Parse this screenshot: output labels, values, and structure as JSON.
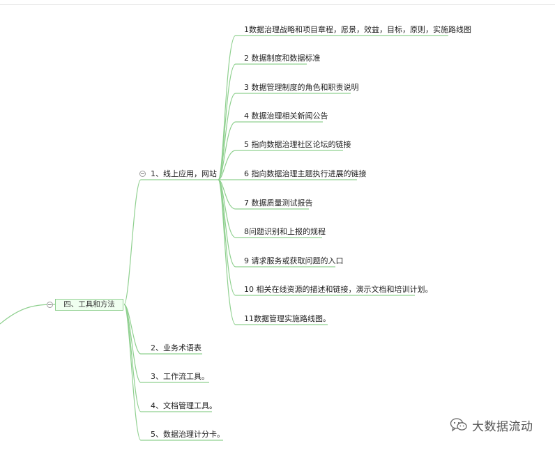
{
  "root": {
    "label": "四、工具和方法"
  },
  "branch_online": {
    "label": "1、线上应用，网站"
  },
  "online_items": [
    {
      "label": "1数据治理战略和项目章程，愿景，效益，目标，原则，实施路线图"
    },
    {
      "label": "2 数据制度和数据标准"
    },
    {
      "label": "3 数据管理制度的角色和职责说明"
    },
    {
      "label": "4 数据治理相关新闻公告"
    },
    {
      "label": "5 指向数据治理社区论坛的链接"
    },
    {
      "label": "6 指向数据治理主题执行进展的链接"
    },
    {
      "label": "7 数据质量测试报告"
    },
    {
      "label": "8问题识别和上报的规程"
    },
    {
      "label": "9 请求服务或获取问题的入口"
    },
    {
      "label": "10 相关在线资源的描述和链接，演示文档和培训计划。"
    },
    {
      "label": "11数据管理实施路线图。"
    }
  ],
  "other_branches": [
    {
      "label": "2、业务术语表"
    },
    {
      "label": "3、工作流工具。"
    },
    {
      "label": "4、文档管理工具。"
    },
    {
      "label": "5、数据治理计分卡。"
    }
  ],
  "watermark": {
    "text": "大数据流动",
    "icon": "wechat-icon"
  },
  "colors": {
    "line": "#8fd08f",
    "root_border": "#8fcf8f",
    "root_fill": "#f0fff0"
  }
}
